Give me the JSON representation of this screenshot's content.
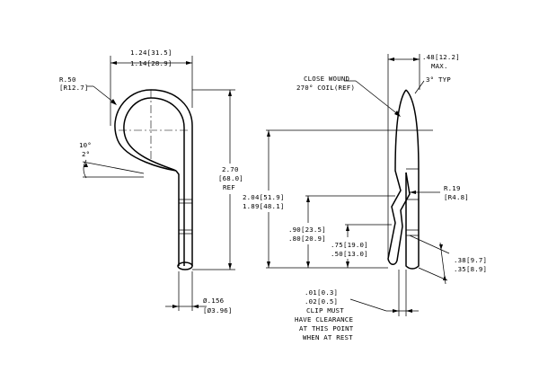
{
  "left_view": {
    "width_max": "1.24[31.5]",
    "width_min": "1.14[28.9]",
    "radius": "R.50",
    "radius_mm": "[R12.7]",
    "angle_max": "10°",
    "angle_min": "2°",
    "height": "2.70",
    "height_mm": "[68.0]",
    "height_note": "REF",
    "dia": "Ø.156",
    "dia_mm": "[Ø3.96]"
  },
  "right_view": {
    "thickness": ".48[12.2]",
    "thickness_note": "MAX.",
    "taper": "3° TYP",
    "coil_note_1": "CLOSE WOUND",
    "coil_note_2": "270° COIL(REF)",
    "len_max": "2.04[51.9]",
    "len_min": "1.89[48.1]",
    "bend_radius": "R.19",
    "bend_radius_mm": "[R4.8]",
    "h1_max": ".90[23.5]",
    "h1_min": ".80[20.9]",
    "h2_max": ".75[19.0]",
    "h2_min": ".50[13.0]",
    "end_max": ".38[9.7]",
    "end_min": ".35[8.9]",
    "gap_max": ".01[0.3]",
    "gap_min": ".02[0.5]",
    "clip_note_1": "CLIP MUST",
    "clip_note_2": "HAVE CLEARANCE",
    "clip_note_3": "AT THIS POINT",
    "clip_note_4": "WHEN AT REST"
  }
}
